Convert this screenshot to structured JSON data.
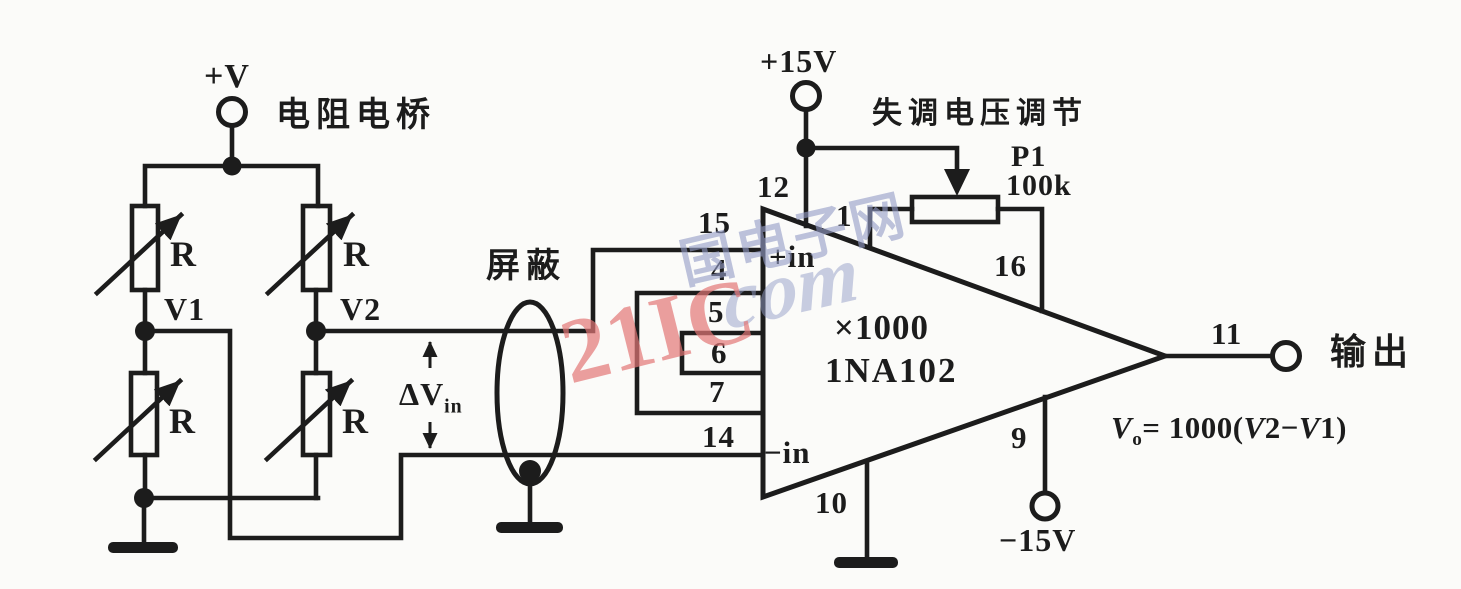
{
  "palette": {
    "ink": "#1c1c1c",
    "paper": "#fbfbf9",
    "watermark_pink": "#e27676",
    "watermark_blue": "#949dc7"
  },
  "bridge": {
    "supply_label": "+V",
    "title": "电阻电桥",
    "r1": "R",
    "r2": "R",
    "r3": "R",
    "r4": "R",
    "v1": "V1",
    "v2": "V2",
    "dvin_main": "ΔV",
    "dvin_sub": "in"
  },
  "shield": {
    "label": "屏蔽"
  },
  "amp": {
    "gain": "×1000",
    "part": "1NA102",
    "plus_in": "+in",
    "minus_in": "−in",
    "pins": {
      "p1": "1",
      "p4": "4",
      "p5": "5",
      "p6": "6",
      "p7": "7",
      "p9": "9",
      "p10": "10",
      "p11": "11",
      "p12": "12",
      "p14": "14",
      "p15": "15",
      "p16": "16"
    }
  },
  "offset": {
    "label": "失调电压调节",
    "name": "P1",
    "value": "100k"
  },
  "power": {
    "positive": "+15V",
    "negative": "−15V"
  },
  "output": {
    "label": "输出",
    "formula": {
      "v": "V",
      "o": "o",
      "eq": "= 1000(",
      "va": "V",
      "na": "2−",
      "vb": "V",
      "nb": "1)"
    }
  },
  "watermark": {
    "brand": "21IC",
    "site_cn": "国电子网",
    "site_com": "com"
  }
}
